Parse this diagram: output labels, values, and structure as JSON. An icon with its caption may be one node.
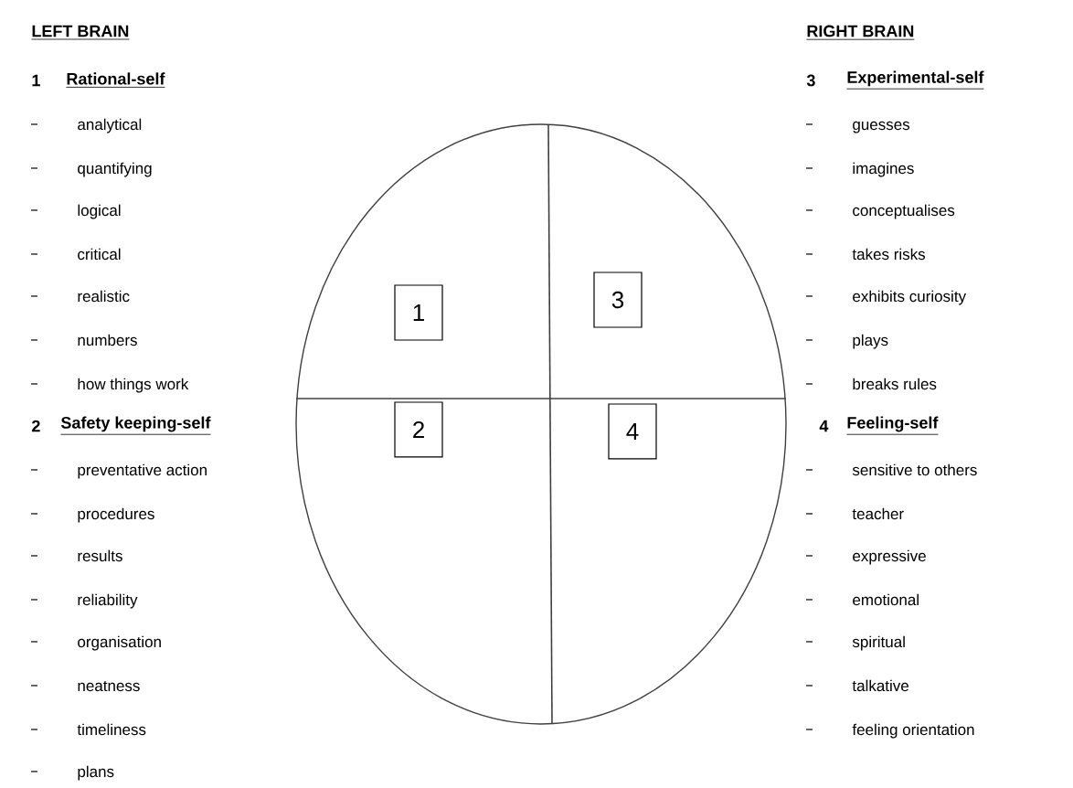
{
  "diagram": {
    "nodes": [
      {
        "text": [],
        "shape": "circle"
      },
      {
        "text": [
          "1"
        ],
        "in": 0
      },
      {
        "text": [
          "3"
        ],
        "in": 0
      },
      {
        "text": [
          "2"
        ],
        "in": 0
      },
      {
        "text": [
          "4"
        ],
        "in": 0
      }
    ],
    "edges": [],
    "labels": [
      "LEFT BRAIN",
      "1",
      "Rational-self",
      "analytical",
      "quantifying",
      "logical",
      "critical",
      "realistic",
      "numbers",
      "how things work",
      "2",
      "Safety keeping-self",
      "preventative action",
      "procedures",
      "results",
      "reliability",
      "organisation",
      "neatness",
      "timeliness",
      "plans",
      "RIGHT BRAIN",
      "3",
      "Experimental-self",
      "guesses",
      "imagines",
      "conceptualises",
      "takes risks",
      "exhibits curiosity",
      "plays",
      "breaks rules",
      "4",
      "Feeling-self",
      "sensitive to others",
      "teacher",
      "expressive",
      "emotional",
      "spiritual",
      "talkative",
      "feeling orientation"
    ]
  }
}
